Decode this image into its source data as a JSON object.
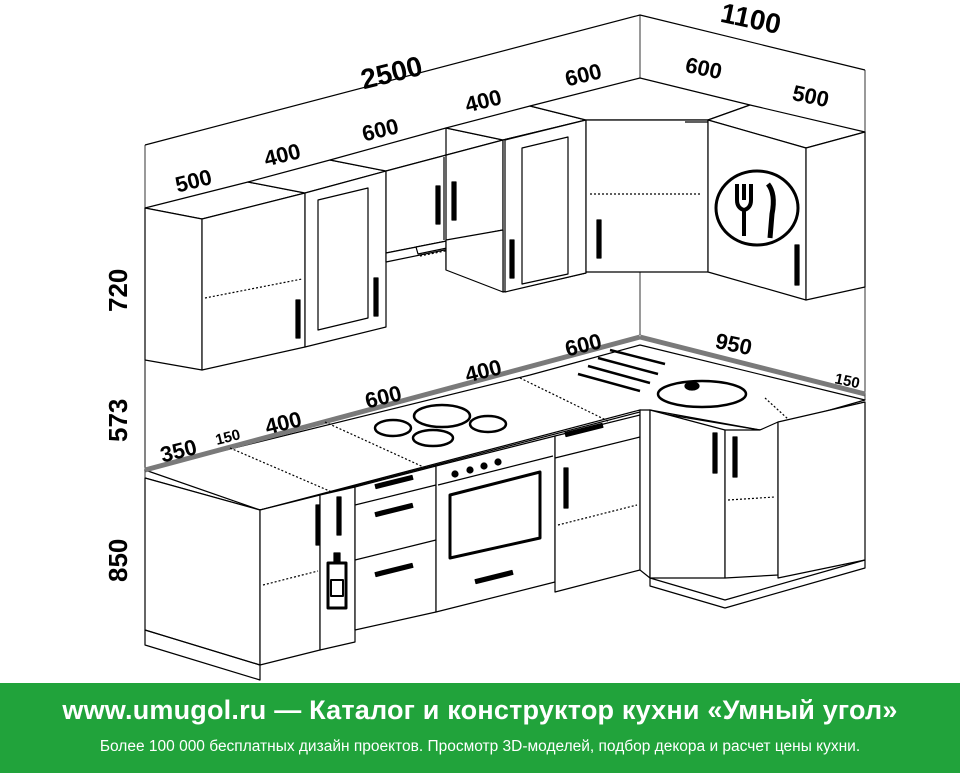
{
  "dimensions": {
    "wall_long": "2500",
    "wall_short": "1100",
    "upper_depth_left": "500",
    "upper_w1": "400",
    "upper_w2": "600",
    "upper_w3": "400",
    "upper_w4": "600",
    "upper_corner": "600",
    "upper_depth_right": "500",
    "upper_height": "720",
    "apron_height": "573",
    "base_height": "850",
    "counter_depth_left": "350",
    "counter_gap": "150",
    "counter_w1": "400",
    "counter_w2": "600",
    "counter_w3": "400",
    "counter_w4": "600",
    "counter_right": "950",
    "counter_right_gap": "150"
  },
  "banner": {
    "site": "www.umugol.ru",
    "separator": "—",
    "title": "Каталог и конструктор кухни «Умный угол»",
    "subtitle": "Более 100 000 бесплатных дизайн проектов. Просмотр 3D-моделей, подбор декора и расчет цены кухни."
  },
  "colors": {
    "banner_bg": "#21a33b",
    "banner_text": "#ffffff",
    "line": "#000000",
    "countertop_edge": "#7a7a7a"
  },
  "icons": [
    "fork-knife-icon",
    "bottle-icon",
    "cooktop-icon",
    "sink-icon",
    "oven-icon",
    "range-hood-icon"
  ]
}
